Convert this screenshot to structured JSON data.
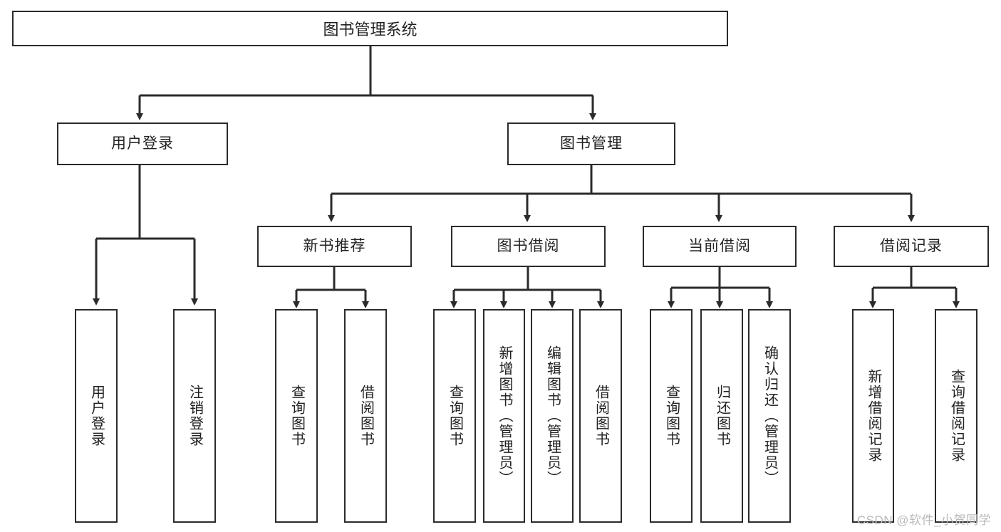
{
  "diagram": {
    "title": "图书管理系统",
    "watermark": "CSDN @软件_小贺同学",
    "line_color": "#2b2b2b",
    "box_border_color": "#2b2b2b",
    "text_color": "#222222",
    "background": "#ffffff",
    "levels": {
      "root": "图书管理系统",
      "level2": [
        "用户登录",
        "图书管理"
      ],
      "level3": [
        "新书推荐",
        "图书借阅",
        "当前借阅",
        "借阅记录"
      ]
    },
    "nodes": {
      "root": {
        "label": "图书管理系统"
      },
      "user_login": {
        "label": "用户登录"
      },
      "book_manage": {
        "label": "图书管理"
      },
      "new_book_rec": {
        "label": "新书推荐"
      },
      "book_borrow": {
        "label": "图书借阅"
      },
      "current_borrow": {
        "label": "当前借阅"
      },
      "borrow_record": {
        "label": "借阅记录"
      }
    },
    "leaves": {
      "user_login": [
        {
          "label": "用户登录"
        },
        {
          "label": "注销登录"
        }
      ],
      "new_book_rec": [
        {
          "label": "查询图书"
        },
        {
          "label": "借阅图书"
        }
      ],
      "book_borrow": [
        {
          "label": "查询图书"
        },
        {
          "label": "新增图书（管理员）"
        },
        {
          "label": "编辑图书（管理员）"
        },
        {
          "label": "借阅图书"
        }
      ],
      "current_borrow": [
        {
          "label": "查询图书"
        },
        {
          "label": "归还图书"
        },
        {
          "label": "确认归还（管理员）"
        }
      ],
      "borrow_record": [
        {
          "label": "新增借阅记录"
        },
        {
          "label": "查询借阅记录"
        }
      ]
    }
  }
}
